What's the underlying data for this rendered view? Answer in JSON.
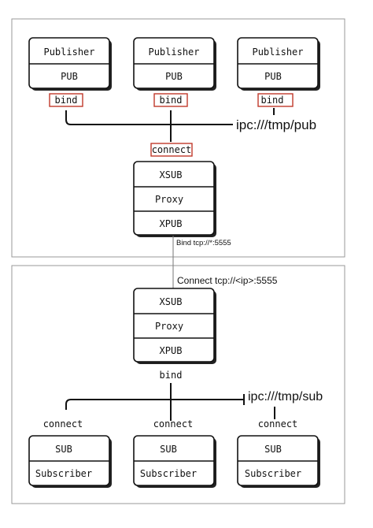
{
  "top_panel": {
    "publishers": [
      {
        "name": "Publisher",
        "socket": "PUB",
        "action": "bind"
      },
      {
        "name": "Publisher",
        "socket": "PUB",
        "action": "bind"
      },
      {
        "name": "Publisher",
        "socket": "PUB",
        "action": "bind"
      }
    ],
    "endpoint": "ipc:///tmp/pub",
    "proxy_action": "connect",
    "proxy": {
      "top": "XSUB",
      "middle": "Proxy",
      "bottom": "XPUB"
    },
    "bind_note": "Bind tcp://*:5555"
  },
  "bottom_panel": {
    "connect_note": "Connect tcp://<ip>:5555",
    "proxy": {
      "top": "XSUB",
      "middle": "Proxy",
      "bottom": "XPUB"
    },
    "proxy_action": "bind",
    "endpoint": "ipc:///tmp/sub",
    "subscribers": [
      {
        "socket": "SUB",
        "name": "Subscriber",
        "action": "connect"
      },
      {
        "socket": "SUB",
        "name": "Subscriber",
        "action": "connect"
      },
      {
        "socket": "SUB",
        "name": "Subscriber",
        "action": "connect"
      }
    ]
  }
}
